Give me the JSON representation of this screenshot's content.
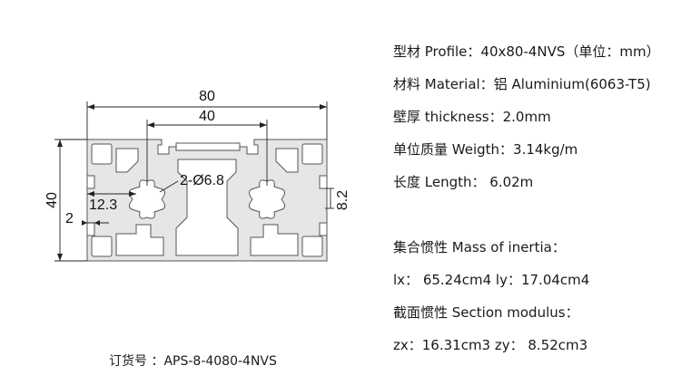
{
  "drawing": {
    "dim_width": "80",
    "dim_slot_spacing": "40",
    "dim_height": "40",
    "dim_hole": "2-Ø6.8",
    "dim_offset": "12.3",
    "dim_wall": "2",
    "dim_slot_width": "8.2"
  },
  "specs": {
    "profile": "型材 Profile：40x80-4NVS（单位：mm）",
    "material": "材料 Material：铝 Aluminium(6063-T5)",
    "thickness": "壁厚 thickness：2.0mm",
    "weight": "单位质量 Weigth：3.14kg/m",
    "length": "长度 Length： 6.02m",
    "inertia_title": "集合惯性 Mass of inertia：",
    "inertia_values": "lx： 65.24cm4   ly：17.04cm4",
    "modulus_title": "截面惯性 Section modulus：",
    "modulus_values": "zx：16.31cm3   zy： 8.52cm3"
  },
  "order": {
    "label": "订货号 ：APS-8-4080-4NVS"
  }
}
